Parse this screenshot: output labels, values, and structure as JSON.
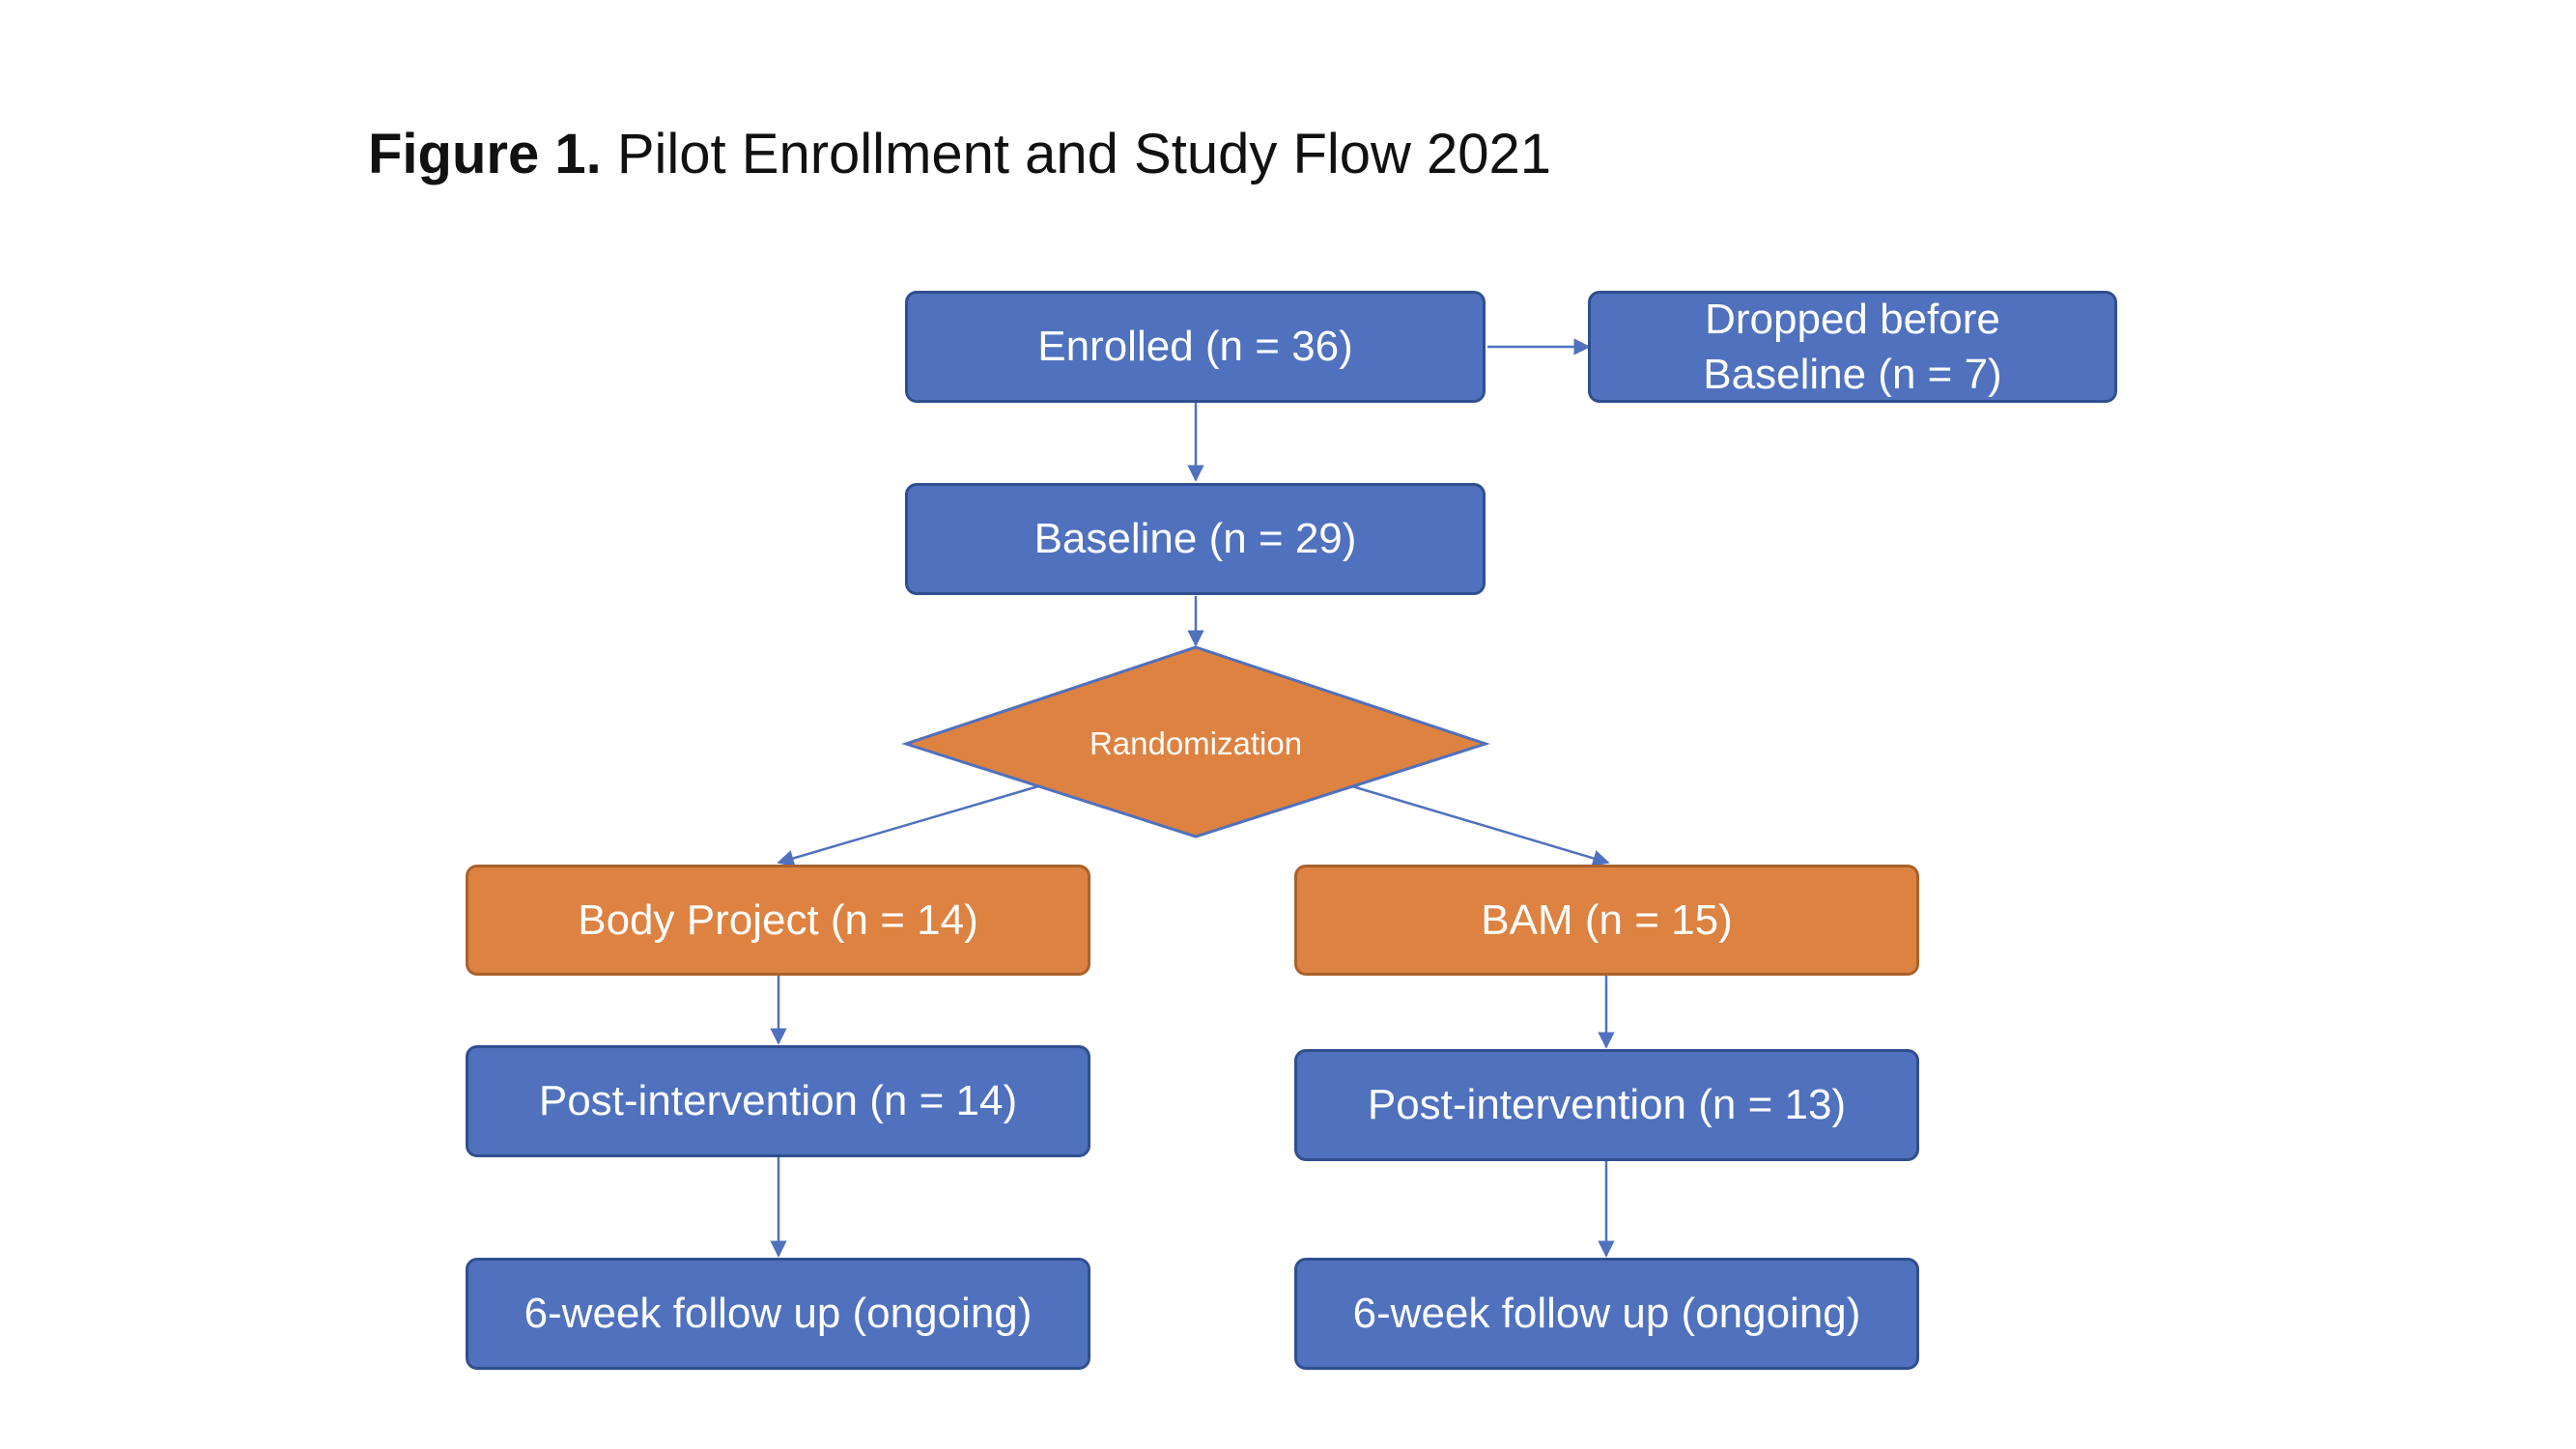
{
  "title": {
    "bold": "Figure 1.",
    "text": "Pilot Enrollment and Study Flow 2021"
  },
  "nodes": {
    "enrolled": "Enrolled (n = 36)",
    "dropped_line1": "Dropped before",
    "dropped_line2": "Baseline (n = 7)",
    "baseline": "Baseline (n = 29)",
    "randomization": "Randomization",
    "body_project": "Body Project (n = 14)",
    "bam": "BAM (n = 15)",
    "post_left": "Post-intervention (n = 14)",
    "post_right": "Post-intervention (n = 13)",
    "followup_left": "6-week follow up (ongoing)",
    "followup_right": "6-week follow up (ongoing)"
  },
  "colors": {
    "blue_box": "#4f71be",
    "orange_box": "#dd8241",
    "arrow": "#4f71be"
  }
}
